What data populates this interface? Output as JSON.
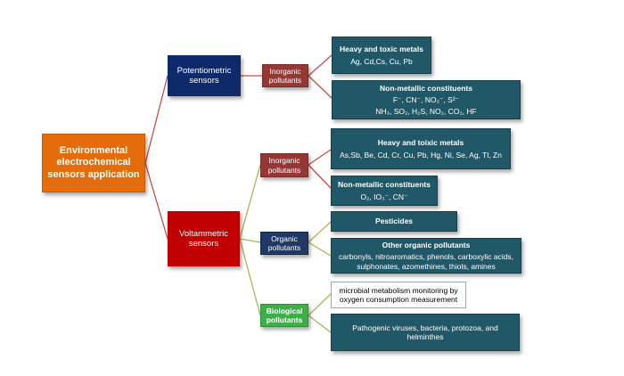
{
  "root": {
    "label": "Environmental electrochemical sensors application"
  },
  "potentiometric": {
    "label": "Potentiometric sensors",
    "inorganic": "Inorganic pollutants",
    "metals": {
      "heading": "Heavy and toxic metals",
      "items": "Ag, Cd,Cs, Cu, Pb"
    },
    "nonmetal": {
      "heading": "Non-metallic constituents",
      "line1": "F⁻, CN⁻, NO₃⁻, S²⁻",
      "line2": "NH₃, SO₂, H₂S, NO₂, CO₂, HF"
    }
  },
  "voltammetric": {
    "label": "Voltammetric sensors",
    "inorganic": "Inorganic pollutants",
    "metals": {
      "heading": "Heavy and toixic metals",
      "items": "As,Sb, Be, Cd, Cr, Cu, Pb, Hg, Ni, Se, Ag, Tl, Zn"
    },
    "nonmetal": {
      "heading": "Non-metallic constituents",
      "items": "O₂, IO₃⁻, CN⁻"
    },
    "organic": "Organic pollutants",
    "pesticides": "Pesticides",
    "other": {
      "heading": "Other organic pollutants",
      "items": "carbonyls, nitroaromatics, phenols, carboxylic acids, sulphonates, azomethines, thiols, amines"
    },
    "biological": "Biological pollutants",
    "microbial": "microbial metabolism monitoring  by oxygen consumption measurement",
    "pathogens": "Pathogenic viruses, bacteria, protozoa, and helminthes"
  },
  "colors": {
    "root": "#e46c0a",
    "potentiometric": "#0f2a6b",
    "voltammetric": "#c00000",
    "inorganic": "#953735",
    "organic": "#1f3864",
    "biological": "#3fae49",
    "leaf": "#215868"
  }
}
